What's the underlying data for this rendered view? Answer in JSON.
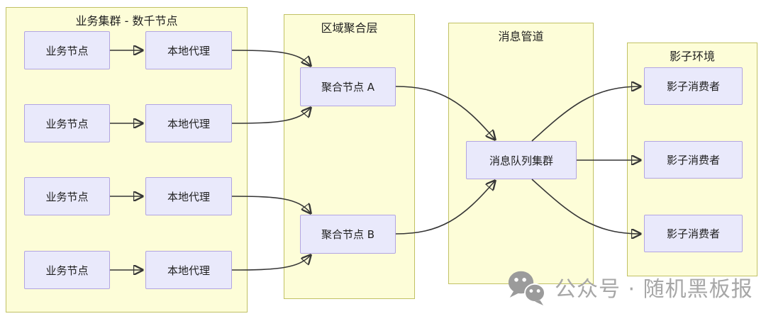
{
  "diagram": {
    "clusters": [
      {
        "id": "business-cluster",
        "title": "业务集群 - 数千节点"
      },
      {
        "id": "regional-aggregation",
        "title": "区域聚合层"
      },
      {
        "id": "message-pipeline",
        "title": "消息管道"
      },
      {
        "id": "shadow-environment",
        "title": "影子环境"
      }
    ],
    "nodes": [
      {
        "id": "biz-node-1",
        "label": "业务节点"
      },
      {
        "id": "local-proxy-1",
        "label": "本地代理"
      },
      {
        "id": "biz-node-2",
        "label": "业务节点"
      },
      {
        "id": "local-proxy-2",
        "label": "本地代理"
      },
      {
        "id": "biz-node-3",
        "label": "业务节点"
      },
      {
        "id": "local-proxy-3",
        "label": "本地代理"
      },
      {
        "id": "biz-node-4",
        "label": "业务节点"
      },
      {
        "id": "local-proxy-4",
        "label": "本地代理"
      },
      {
        "id": "agg-node-a",
        "label": "聚合节点 A"
      },
      {
        "id": "agg-node-b",
        "label": "聚合节点 B"
      },
      {
        "id": "mq-cluster",
        "label": "消息队列集群"
      },
      {
        "id": "shadow-consumer-1",
        "label": "影子消费者"
      },
      {
        "id": "shadow-consumer-2",
        "label": "影子消费者"
      },
      {
        "id": "shadow-consumer-3",
        "label": "影子消费者"
      }
    ],
    "edges": [
      {
        "from": "biz-node-1",
        "to": "local-proxy-1"
      },
      {
        "from": "biz-node-2",
        "to": "local-proxy-2"
      },
      {
        "from": "biz-node-3",
        "to": "local-proxy-3"
      },
      {
        "from": "biz-node-4",
        "to": "local-proxy-4"
      },
      {
        "from": "local-proxy-1",
        "to": "agg-node-a"
      },
      {
        "from": "local-proxy-2",
        "to": "agg-node-a"
      },
      {
        "from": "local-proxy-3",
        "to": "agg-node-b"
      },
      {
        "from": "local-proxy-4",
        "to": "agg-node-b"
      },
      {
        "from": "agg-node-a",
        "to": "mq-cluster"
      },
      {
        "from": "agg-node-b",
        "to": "mq-cluster"
      },
      {
        "from": "mq-cluster",
        "to": "shadow-consumer-1"
      },
      {
        "from": "mq-cluster",
        "to": "shadow-consumer-2"
      },
      {
        "from": "mq-cluster",
        "to": "shadow-consumer-3"
      }
    ],
    "colors": {
      "cluster_fill": "#fdfdd8",
      "cluster_border": "#c1c164",
      "node_fill": "#e9e9fb",
      "node_border": "#b2a5e2",
      "edge": "#363636",
      "text": "#1f1f1f",
      "watermark": "#a7a7a7"
    }
  },
  "watermark": {
    "icon": "wechat-icon",
    "text": "公众号 · 随机黑板报"
  }
}
